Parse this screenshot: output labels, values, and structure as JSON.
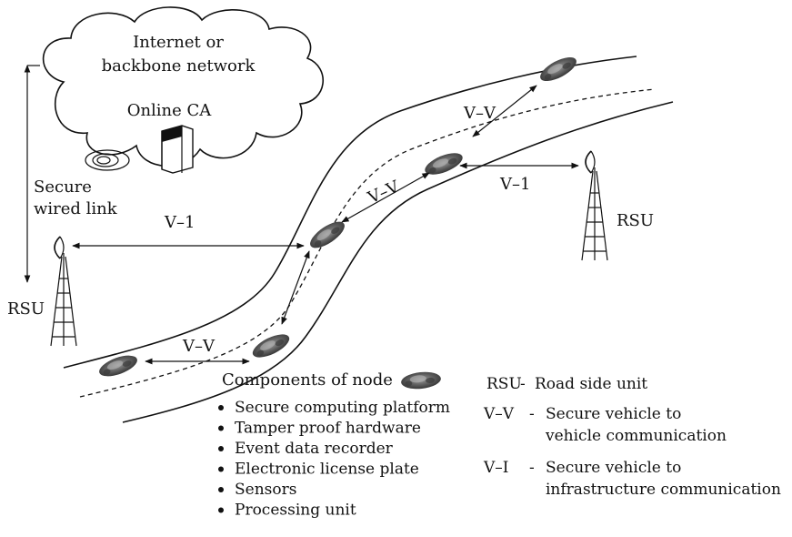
{
  "cloud": {
    "title_line1": "Internet or",
    "title_line2": "backbone network",
    "ca_label": "Online CA"
  },
  "wired_link": {
    "line1": "Secure",
    "line2": "wired link"
  },
  "rsu_left": "RSU",
  "rsu_right": "RSU",
  "links": {
    "vi_left": "V–1",
    "vi_right": "V–1",
    "vv_top": "V–V",
    "vv_mid": "V–V",
    "vv_bottom": "V–V"
  },
  "components": {
    "title": "Components of node",
    "items": [
      "Secure computing platform",
      "Tamper proof hardware",
      "Event data recorder",
      "Electronic license plate",
      "Sensors",
      "Processing unit"
    ]
  },
  "legend": {
    "rsu_abbr": "RSU",
    "rsu_desc": "Road side unit",
    "vv_abbr": "V–V",
    "vv_desc_line1": "Secure vehicle to",
    "vv_desc_line2": "vehicle communication",
    "vi_abbr": "V–I",
    "vi_desc_line1": "Secure vehicle to",
    "vi_desc_line2": "infrastructure communication"
  }
}
